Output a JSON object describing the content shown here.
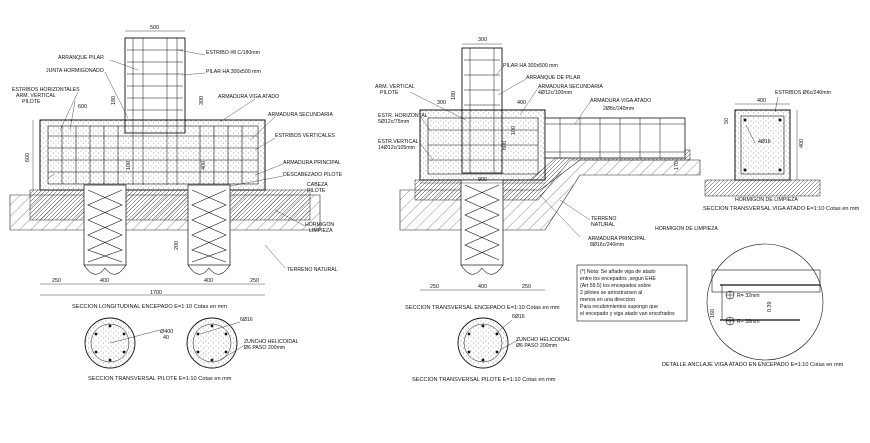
{
  "drawing1": {
    "dims": {
      "top_width": "500",
      "d600": "600",
      "d600b": "600",
      "d180": "180",
      "d300": "300",
      "d100": "100",
      "d400": "400",
      "d200": "200",
      "b250a": "250",
      "b400a": "400",
      "b400b": "400",
      "b250b": "250",
      "total": "1700"
    },
    "labels": {
      "arranque_pilar": "ARRANQUE PILAR",
      "estribo": "ESTRIBO #8 C/180mm",
      "junta": "JUNTA HORMIGONADO",
      "pilar": "PILAR HA 300x500 mm",
      "estribos_horiz": "ESTRIBOS HORIZONTALES",
      "arm_vertical": "ARM. VERTICAL",
      "pilote": "PILOTE",
      "armadura_viga": "ARMADURA VIGA ATADO",
      "armadura_secundaria": "ARMADURA SECUNDARIA",
      "estribos_verticales": "ESTRIBOS VERTICALES",
      "armadura_principal": "ARMADURA PRINCIPAL",
      "descabezado": "DESCABEZADO PILOTE",
      "cabeza": "CABEZA",
      "cabeza_pilote": "PILOTE",
      "hormigon": "HORMIGON",
      "limpieza": "LIMPIEZA",
      "terreno": "TERRENO NATURAL"
    },
    "caption": "SECCION LONGITUDINAL ENCEPADO E=1:10 Cotas en mm"
  },
  "pile1": {
    "phi": "Ø400",
    "r": "40",
    "bar": "6Ø16",
    "zuncho": "ZUNCHO HELICOIDAL",
    "paso": "Ø6 PASO 200mm",
    "caption": "SECCION TRANSVERSAL PILOTE E=1:10 Cotas en mm"
  },
  "drawing2": {
    "dims": {
      "top": "300",
      "d400": "400",
      "d300": "300",
      "d180": "180",
      "d100": "100",
      "d600": "600",
      "b900": "900",
      "b250a": "250",
      "b400": "400",
      "b250b": "250",
      "d170": "170"
    },
    "labels": {
      "pilar": "PILAR HA 300x500 mm",
      "arranque": "ARRANQUE DE PILAR",
      "arm_vertical": "ARM. VERTICAL",
      "pilote": "PILOTE",
      "armadura_secundaria": "ARMADURA SECUNDARIA",
      "sec_value": "4Ø12c/100mm",
      "armadura_viga": "ARMADURA VIGA ATADO",
      "viga_value": "2Ø8c/240mm",
      "estr_horizontal": "ESTR. HORIZONTAL",
      "estr_horizontal_value": "5Ø12c/75mm",
      "estr_vertical": "ESTR.VERTICAL",
      "estr_vertical_value": "14Ø12c/105mm",
      "terreno": "TERRENO",
      "natural": "NATURAL",
      "hormigon": "HORMIGON DE LIMPIEZA",
      "armadura_principal": "ARMADURA PRINCIPAL",
      "principal_value": "8Ø16c/240mm"
    },
    "caption": "SECCION TRANSVERSAL ENCEPADO E=1:10 Cotas en mm"
  },
  "pile2": {
    "bar": "6Ø16",
    "zuncho": "ZUNCHO HELICOIDAL",
    "paso": "Ø6 PASO 200mm",
    "caption": "SECCION TRANSVERSAL PILOTE E=1:10 Cotas en mm"
  },
  "viga": {
    "w": "400",
    "h": "400",
    "bar": "4Ø16",
    "estribos": "ESTRIBOS Ø6c/240mm",
    "d50": "50",
    "hormigon": "HORMIGON DE LIMPIEZA",
    "caption": "SECCION TRANSVERSAL VIGA ATADO E=1:10 Cotas en mm"
  },
  "note": {
    "lines": [
      "(*) Nota: Se añade viga de atado",
      "entre los encepados ,segun EHE",
      "(Art 59.5) los encepados sobre",
      "2 pilotes se arriostrarsen al",
      "menos en una direccion",
      "Para recubrimientos supongo que",
      "el encepado y viga atado van encofrados"
    ]
  },
  "detalle": {
    "r1": "R= 32mm",
    "r2": "R= 38mm",
    "d160": "160",
    "d039": "0.39",
    "caption": "DETALLE ANCLAJE VIGA ATADO EN ENCEPADO E=1:10 Cotas en mm"
  }
}
